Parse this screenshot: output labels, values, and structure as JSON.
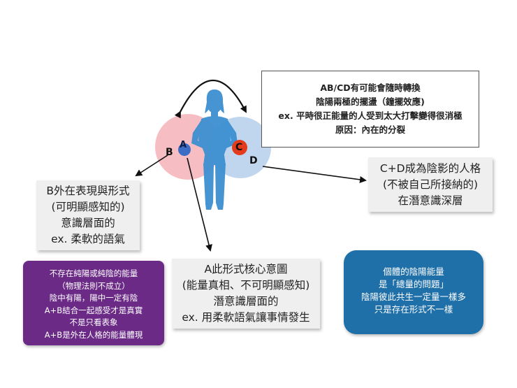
{
  "figure": {
    "labels": {
      "a": "A",
      "b": "B",
      "c": "C",
      "d": "D"
    },
    "colors": {
      "pink_circle": "#f4b3b8",
      "blue_circle": "#b9d2ec",
      "figure_body": "#3d8fd0",
      "dot_a": "#3b6cc6",
      "dot_c": "#e33b1c"
    }
  },
  "top_box": {
    "lines": [
      "AB/CD有可能會隨時轉換",
      "陰陽兩極的擺盪（鐘擺效應)",
      "ex. 平時很正能量的人受到太大打擊變得很消極",
      "原因：內在的分裂"
    ]
  },
  "b_box": {
    "lines": [
      "B外在表現與形式",
      "(可明顯感知的)",
      "意識層面的",
      "ex. 柔軟的語氣"
    ]
  },
  "cd_box": {
    "lines": [
      "C+D成為陰影的人格",
      "(不被自己所接納的)",
      "在潛意識深層"
    ]
  },
  "a_box": {
    "lines": [
      "A此形式核心意圖",
      "(能量真相、不可明顯感知)",
      "潛意識層面的",
      "ex. 用柔軟語氣讓事情發生"
    ]
  },
  "purple_box": {
    "lines": [
      "不存在純陽或純陰的能量",
      "（物理法則不成立）",
      "陰中有陽，陽中一定有陰",
      "A+B結合一起感受才是真實",
      "不是只看表象",
      "A+B是外在人格的能量體現"
    ]
  },
  "blue_box": {
    "lines": [
      "個體的陰陽能量",
      "是「總量的問題」",
      "陰陽彼此共生一定量一樣多",
      "只是存在形式不一樣"
    ]
  }
}
